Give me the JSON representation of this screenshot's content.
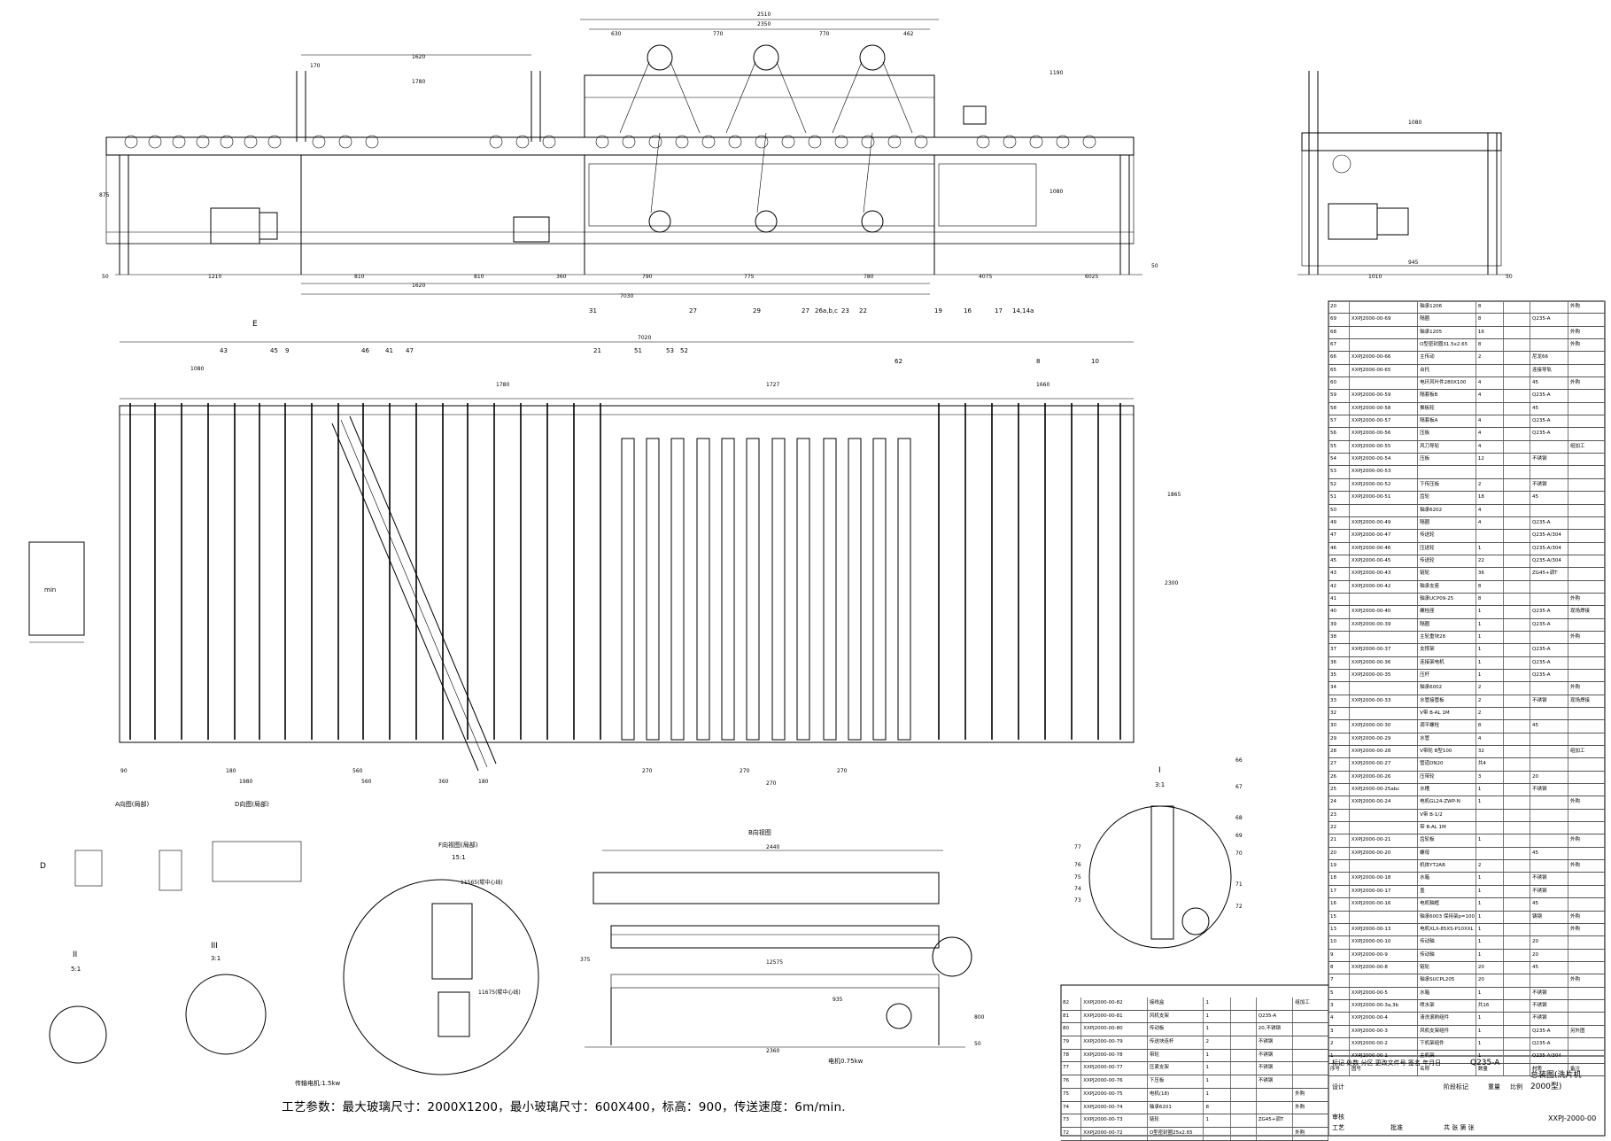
{
  "process_params": "工艺参数：最大玻璃尺寸：2000X1200，最小玻璃尺寸：600X400，标高：900，传送速度：6m/min.",
  "views": {
    "view_a": "A向图(局部)",
    "view_d": "D向图(局部)",
    "view_b": "B向视图",
    "view_f": "F向视图(局部)",
    "view_f_scale": "15:1",
    "view_i": "I",
    "view_i_scale": "3:1",
    "view_ii": "II",
    "view_ii_scale": "5:1",
    "view_iii": "III",
    "view_iii_scale": "3:1",
    "view_e": "E",
    "view_d_label": "D",
    "motor_label": "传输电机:1.5kw",
    "motor_label_2": "电机0.75kw",
    "center_label": "11675(辊中心线)",
    "side_label_top": "11565(辊中心线)",
    "box_label": "min"
  },
  "dims_top": [
    "2510",
    "2350",
    "630",
    "770",
    "770",
    "462",
    "1620",
    "1780",
    "170",
    "1190",
    "1080",
    "875",
    "50",
    "1210",
    "810",
    "810",
    "360",
    "790",
    "775",
    "780",
    "4075",
    "6025",
    "50",
    "1620",
    "7030"
  ],
  "dims_plan": [
    "7020",
    "1080",
    "1780",
    "1727",
    "1660",
    "1865",
    "2300",
    "90",
    "180",
    "560",
    "560",
    "360",
    "180",
    "270",
    "270",
    "270",
    "270",
    "1980"
  ],
  "dims_b": [
    "2440",
    "2360",
    "12575",
    "375",
    "935",
    "800",
    "50"
  ],
  "dims_side": [
    "1080",
    "945",
    "1010",
    "50"
  ],
  "part_numbers_top": [
    "31",
    "27",
    "29",
    "27",
    "26a,b,c",
    "23",
    "22",
    "19",
    "16",
    "17",
    "14,14a"
  ],
  "part_numbers_plan": [
    "46",
    "41",
    "47",
    "43",
    "45",
    "9",
    "21",
    "51",
    "53",
    "52",
    "62",
    "8",
    "10"
  ],
  "part_numbers_i": [
    "66",
    "67",
    "68",
    "69",
    "70",
    "71",
    "72",
    "73",
    "74",
    "75",
    "76",
    "77"
  ],
  "bom_rows": [
    [
      "20",
      "",
      "轴承1206",
      "8",
      "",
      "",
      "外购"
    ],
    [
      "69",
      "XXPJ2000-00-69",
      "隔圈",
      "8",
      "",
      "Q235-A",
      ""
    ],
    [
      "68",
      "",
      "轴承1205",
      "16",
      "",
      "",
      "外购"
    ],
    [
      "67",
      "",
      "O型密封圈31.5x2.65",
      "8",
      "",
      "",
      "外购"
    ],
    [
      "66",
      "XXPJ2000-00-66",
      "主传动",
      "2",
      "",
      "尼龙66",
      ""
    ],
    [
      "65",
      "XXPJ2000-00-65",
      "台托",
      "",
      "",
      "连接导轨",
      ""
    ],
    [
      "60",
      "",
      "电环风叶件280X100",
      "4",
      "",
      "45",
      "外购"
    ],
    [
      "59",
      "XXPJ2000-00-59",
      "隔套板B",
      "4",
      "",
      "Q235-A",
      ""
    ],
    [
      "58",
      "XXPJ2000-00-58",
      "推板轮",
      "",
      "",
      "45",
      ""
    ],
    [
      "57",
      "XXPJ2000-00-57",
      "隔套板A",
      "4",
      "",
      "Q235-A",
      ""
    ],
    [
      "56",
      "XXPJ2000-00-56",
      "压板",
      "4",
      "",
      "Q235-A",
      ""
    ],
    [
      "55",
      "XXPJ2000-00-55",
      "风刀导轮",
      "4",
      "",
      "",
      "组加工"
    ],
    [
      "54",
      "XXPJ2000-00-54",
      "压板",
      "12",
      "",
      "不锈钢",
      ""
    ],
    [
      "53",
      "XXPJ2000-00-53",
      "",
      "",
      "",
      "",
      ""
    ],
    [
      "52",
      "XXPJ2000-00-52",
      "下传压板",
      "2",
      "",
      "不锈钢",
      ""
    ],
    [
      "51",
      "XXPJ2000-00-51",
      "齿轮",
      "18",
      "",
      "45",
      ""
    ],
    [
      "50",
      "",
      "轴承6202",
      "4",
      "",
      "",
      ""
    ],
    [
      "49",
      "XXPJ2000-00-49",
      "隔圈",
      "4",
      "",
      "Q235-A",
      ""
    ],
    [
      "47",
      "XXPJ2000-00-47",
      "传送轮",
      "",
      "",
      "Q235-A/304",
      ""
    ],
    [
      "46",
      "XXPJ2000-00-46",
      "压送轮",
      "1",
      "",
      "Q235-A/304",
      ""
    ],
    [
      "45",
      "XXPJ2000-00-45",
      "传送轮",
      "22",
      "",
      "Q235-A/304",
      ""
    ],
    [
      "43",
      "XXPJ2000-00-43",
      "链轮",
      "36",
      "",
      "ZG45+调T",
      ""
    ],
    [
      "42",
      "XXPJ2000-00-42",
      "轴承支座",
      "8",
      "",
      "",
      ""
    ],
    [
      "41",
      "",
      "轴承UCP09-25",
      "8",
      "",
      "",
      "外购"
    ],
    [
      "40",
      "XXPJ2000-00-40",
      "螺栓座",
      "1",
      "",
      "Q235-A",
      "现场焊接"
    ],
    [
      "39",
      "XXPJ2000-00-39",
      "隔圈",
      "1",
      "",
      "Q235-A",
      ""
    ],
    [
      "38",
      "",
      "主轮重块28",
      "1",
      "",
      "",
      "外购"
    ],
    [
      "37",
      "XXPJ2000-00-37",
      "支撑架",
      "1",
      "",
      "Q235-A",
      ""
    ],
    [
      "36",
      "XXPJ2000-00-36",
      "连接架电机",
      "1",
      "",
      "Q235-A",
      ""
    ],
    [
      "35",
      "XXPJ2000-00-35",
      "压杆",
      "1",
      "",
      "Q235-A",
      ""
    ],
    [
      "34",
      "",
      "轴承6002",
      "2",
      "",
      "",
      "外购"
    ],
    [
      "33",
      "XXPJ2000-00-33",
      "水管接管板",
      "2",
      "",
      "不锈钢",
      "现场焊接"
    ],
    [
      "32",
      "",
      "V带 B-AL 1M",
      "2",
      "",
      "",
      ""
    ],
    [
      "30",
      "XXPJ2000-00-30",
      "调平螺栓",
      "8",
      "",
      "45",
      ""
    ],
    [
      "29",
      "XXPJ2000-00-29",
      "水管",
      "4",
      "",
      "",
      ""
    ],
    [
      "28",
      "XXPJ2000-00-28",
      "V带轮 B型100",
      "32",
      "",
      "",
      "组加工"
    ],
    [
      "27",
      "XXPJ2000-00-27",
      "管道DN20",
      "共4",
      "",
      "",
      ""
    ],
    [
      "26",
      "XXPJ2000-00-26",
      "压带轮",
      "3",
      "",
      "20",
      ""
    ],
    [
      "25",
      "XXPJ2000-00-25abc",
      "水槽",
      "1",
      "",
      "不锈钢",
      ""
    ],
    [
      "24",
      "XXPJ2000-00-24",
      "电机GL24-ZWP-N",
      "1",
      "",
      "",
      "外购"
    ],
    [
      "23",
      "",
      "V带 B-1/2",
      "",
      "",
      "",
      ""
    ],
    [
      "22",
      "",
      "带 B-AL 1M",
      "",
      "",
      "",
      ""
    ],
    [
      "21",
      "XXPJ2000-00-21",
      "齿轮板",
      "1",
      "",
      "",
      "外购"
    ],
    [
      "20",
      "XXPJ2000-00-20",
      "螺母",
      "",
      "",
      "45",
      ""
    ],
    [
      "19",
      "",
      "机体YT2AB",
      "2",
      "",
      "",
      "外购"
    ],
    [
      "18",
      "XXPJ2000-00-18",
      "水箱",
      "1",
      "",
      "不锈钢",
      ""
    ],
    [
      "17",
      "XXPJ2000-00-17",
      "盖",
      "1",
      "",
      "不锈钢",
      ""
    ],
    [
      "16",
      "XXPJ2000-00-16",
      "电机轴框",
      "1",
      "",
      "45",
      ""
    ],
    [
      "15",
      "",
      "轴承6003 保持架p=100",
      "1",
      "",
      "铸钢",
      "外购"
    ],
    [
      "13",
      "XXPJ2000-00-13",
      "电机XLX-85XS-P10XXL",
      "1",
      "",
      "",
      "外购"
    ],
    [
      "10",
      "XXPJ2000-00-10",
      "传动轴",
      "1",
      "",
      "20",
      ""
    ],
    [
      "9",
      "XXPJ2000-00-9",
      "传动轴",
      "1",
      "",
      "20",
      ""
    ],
    [
      "8",
      "XXPJ2000-00-8",
      "链轮",
      "20",
      "",
      "45",
      ""
    ],
    [
      "7",
      "",
      "轴承SUCPL205",
      "20",
      "",
      "",
      "外购"
    ],
    [
      "5",
      "XXPJ2000-00-5",
      "水箱",
      "1",
      "",
      "不锈钢",
      ""
    ],
    [
      "3",
      "XXPJ2000-00-3a,3b",
      "喷水架",
      "共16",
      "",
      "不锈钢",
      ""
    ],
    [
      "4",
      "XXPJ2000-00-4",
      "清洗滚刷组件",
      "1",
      "",
      "不锈钢",
      ""
    ],
    [
      "3",
      "XXPJ2000-00-3",
      "风机支架组件",
      "1",
      "",
      "Q235-A",
      "另外图"
    ],
    [
      "2",
      "XXPJ2000-00-2",
      "下机架组件",
      "1",
      "",
      "Q235-A",
      ""
    ],
    [
      "1",
      "XXPJ2000-00-1",
      "主机架",
      "1",
      "",
      "Q235-A/304",
      ""
    ],
    [
      "序号",
      "图号",
      "名称",
      "数量",
      "",
      "材质",
      "备注"
    ]
  ],
  "lower_bom_rows": [
    [
      "82",
      "XXPJ2000-00-82",
      "接线盒",
      "1",
      "",
      "",
      "组加工"
    ],
    [
      "81",
      "XXPJ2000-00-81",
      "风机支架",
      "1",
      "",
      "Q235-A",
      ""
    ],
    [
      "80",
      "XXPJ2000-00-80",
      "传动板",
      "1",
      "",
      "20,不锈钢",
      ""
    ],
    [
      "79",
      "XXPJ2000-00-79",
      "传送块连杆",
      "2",
      "",
      "不锈钢",
      ""
    ],
    [
      "78",
      "XXPJ2000-00-78",
      "带轮",
      "1",
      "",
      "不锈钢",
      ""
    ],
    [
      "77",
      "XXPJ2000-00-77",
      "压紧支架",
      "1",
      "",
      "不锈钢",
      ""
    ],
    [
      "76",
      "XXPJ2000-00-76",
      "下压板",
      "1",
      "",
      "不锈钢",
      ""
    ],
    [
      "75",
      "XXPJ2000-00-75",
      "电机(18)",
      "1",
      "",
      "",
      "外购"
    ],
    [
      "74",
      "XXPJ2000-00-74",
      "轴承6201",
      "8",
      "",
      "",
      "外购"
    ],
    [
      "73",
      "XXPJ2000-00-73",
      "链轮",
      "1",
      "",
      "ZG45+调T",
      ""
    ],
    [
      "72",
      "XXPJ2000-00-72",
      "O型密封圈25x2.65",
      "",
      "",
      "",
      "外购"
    ]
  ],
  "title_block": {
    "material": "Q235-A",
    "drawing_name": "总装图(洗片机2000型)",
    "drawing_no": "XXPJ-2000-00",
    "sheet": "共 张 第 张",
    "design": "设计",
    "review": "审核",
    "process": "工艺",
    "approve": "批准",
    "stage": "阶段标记",
    "weight": "重量",
    "scale": "比例",
    "marks": "标记 处数 分区 更改文件号 签名 年月日"
  }
}
